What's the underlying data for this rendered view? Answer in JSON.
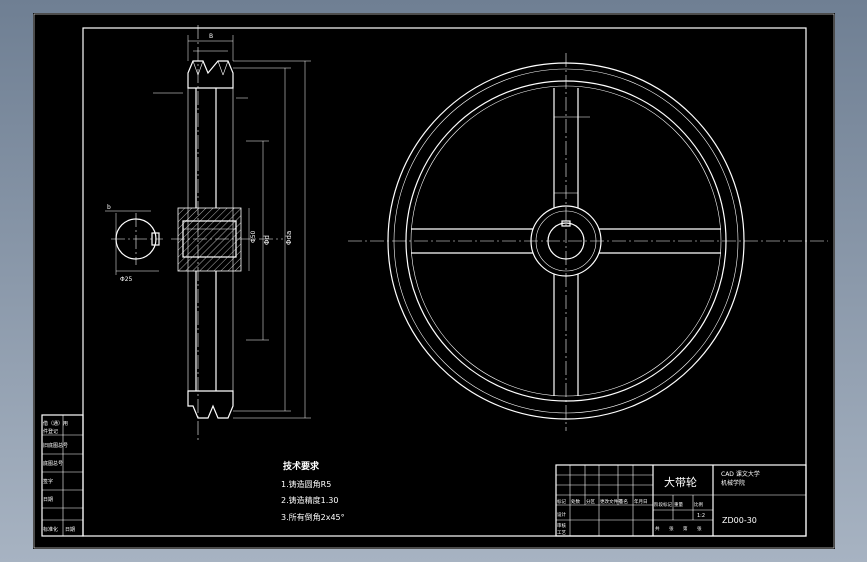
{
  "colors": {
    "background": "#000000",
    "lines": "#ffffff",
    "frame_outside": "#8e9aab"
  },
  "notes": {
    "title": "技术要求",
    "items": [
      "1.铸造圆角R5",
      "2.铸造精度1.30",
      "3.所有倒角2x45°"
    ]
  },
  "title_block": {
    "part_name": "大带轮",
    "school": "CAD 课文大学",
    "class": "机械学院",
    "drawing_number": "ZD00-30",
    "scale": "1:2",
    "header_cells": [
      "标记",
      "处数",
      "分区",
      "更改文件号",
      "签名",
      "年月日"
    ],
    "sub_cells": [
      "阶段标记",
      "重量",
      "比例"
    ],
    "footer_cells": [
      "共",
      "张",
      "第",
      "张"
    ],
    "left_cells": [
      "设计",
      "审核",
      "工艺"
    ]
  },
  "side_table": {
    "rows": [
      "借（通）用",
      "件登记",
      "旧底图总号",
      "底图总号",
      "签字",
      "日期"
    ],
    "bottom": [
      "标准化",
      "日期"
    ]
  },
  "dimension_labels": {
    "d1": "Φd",
    "d2": "Φda",
    "width": "B",
    "bore": "Φ25",
    "keyway": "b",
    "hub": "Φ50"
  }
}
